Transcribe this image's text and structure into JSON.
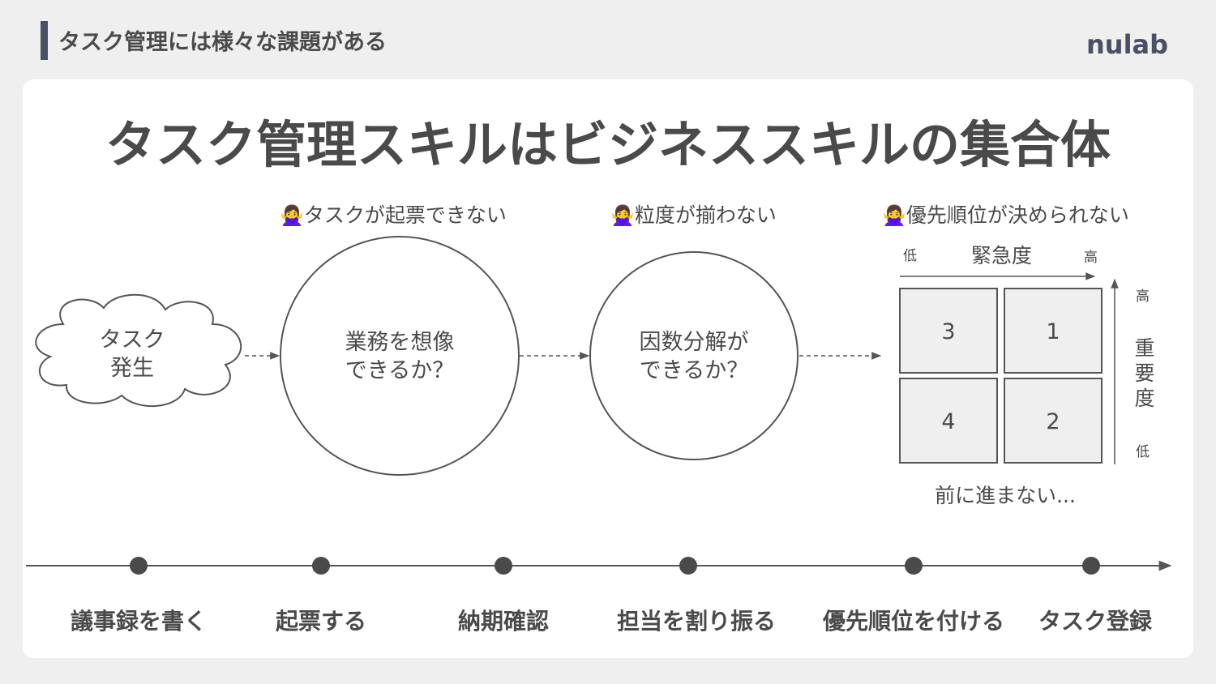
{
  "header": {
    "title": "タスク管理には様々な課題がある",
    "logo": "nulab"
  },
  "slide": {
    "title": "タスク管理スキルはビジネススキルの集合体"
  },
  "flow": {
    "cloud_lines": [
      "タスク",
      "発生"
    ],
    "circle1_lines": [
      "業務を想像",
      "できるか？"
    ],
    "circle2_lines": [
      "因数分解が",
      "できるか？"
    ],
    "problems": [
      {
        "emoji": "🙅‍♀️",
        "text": "タスクが起票できない"
      },
      {
        "emoji": "🙅‍♀️",
        "text": "粒度が揃わない"
      },
      {
        "emoji": "🙅‍♀️",
        "text": "優先順位が決められない"
      }
    ]
  },
  "matrix": {
    "urgency_label": "緊急度",
    "importance_label": [
      "重",
      "要",
      "度"
    ],
    "low": "低",
    "high": "高",
    "cells": [
      "3",
      "1",
      "4",
      "2"
    ],
    "caption": "前に進まない..."
  },
  "timeline": {
    "steps": [
      "議事録を書く",
      "起票する",
      "納期確認",
      "担当を割り振る",
      "優先順位を付ける",
      "タスク登録"
    ]
  },
  "colors": {
    "accent": "#4b4f66",
    "text": "#4a4a4a",
    "cell_fill": "#efefef",
    "card": "#ffffff",
    "background": "#efefef"
  }
}
